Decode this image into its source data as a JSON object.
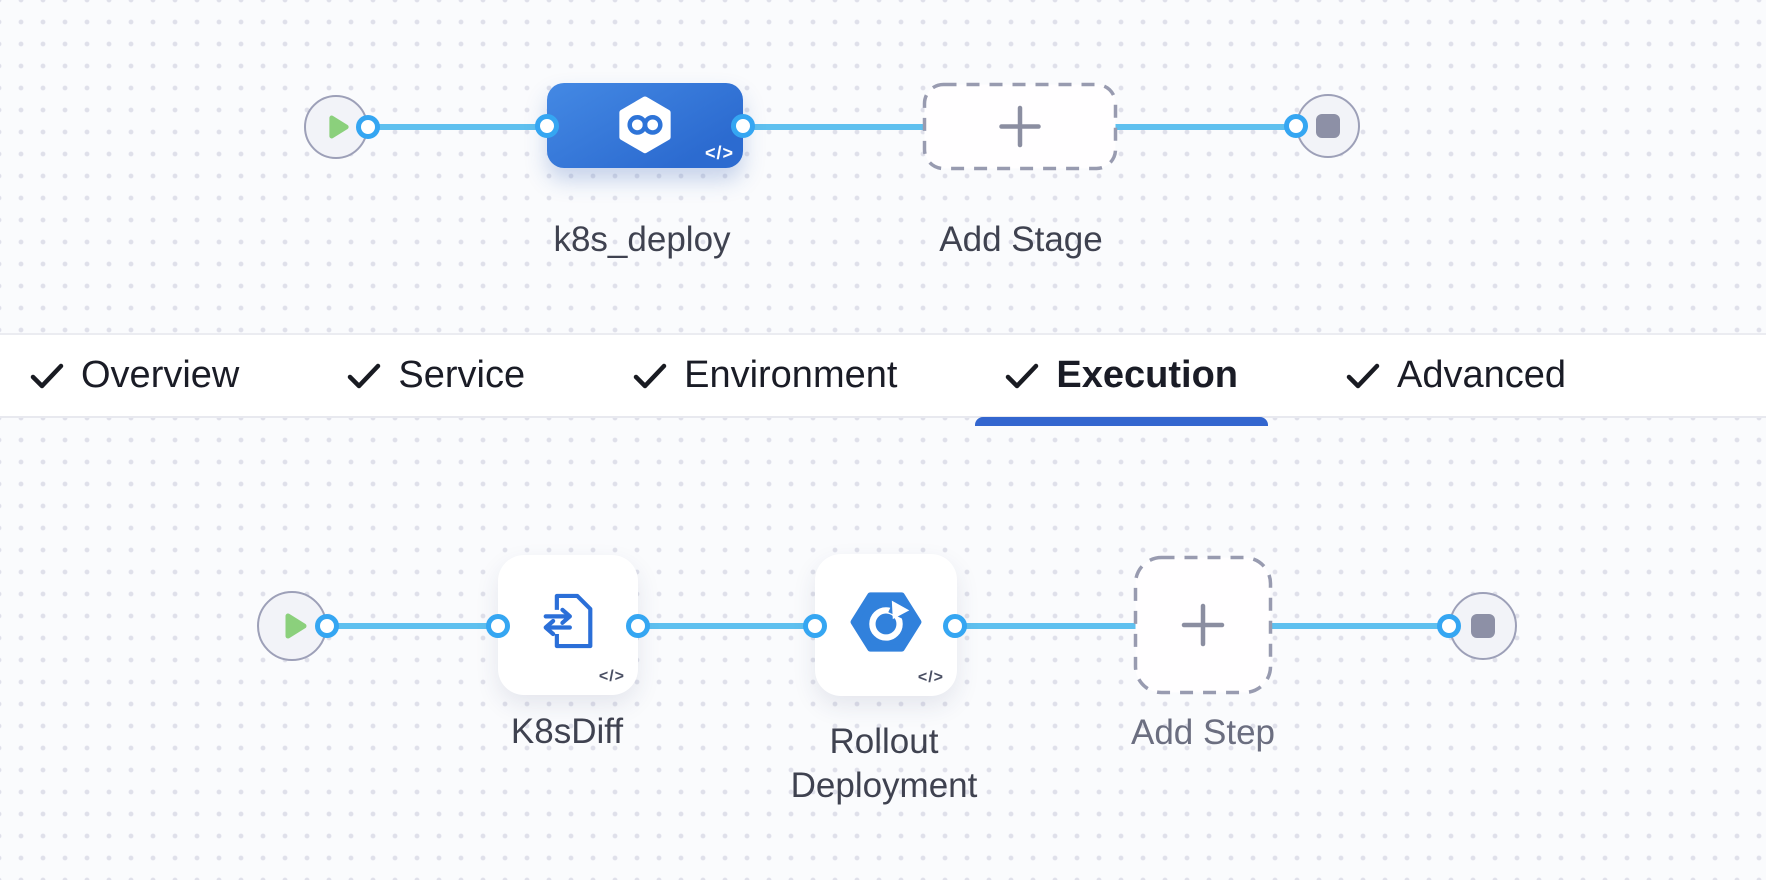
{
  "canvas": {
    "background": "#fafbfd",
    "dot_color": "#dfe0ea",
    "flow_line_color": "#5fc0ef",
    "connector_color": "#35a6f2"
  },
  "stage_pipeline": {
    "node_label": "k8s_deploy",
    "add_stage_label": "Add Stage",
    "code_badge": "</>",
    "node_color_top": "#4489e4",
    "node_color_bottom": "#2c6bd0",
    "icon": "harness-infinity-hexagon"
  },
  "tabs": {
    "items": [
      {
        "label": "Overview",
        "checked": true,
        "active": false
      },
      {
        "label": "Service",
        "checked": true,
        "active": false
      },
      {
        "label": "Environment",
        "checked": true,
        "active": false
      },
      {
        "label": "Execution",
        "checked": true,
        "active": true
      },
      {
        "label": "Advanced",
        "checked": true,
        "active": false
      }
    ],
    "active_underline_color": "#3366cf"
  },
  "execution_pipeline": {
    "steps": [
      {
        "label": "K8sDiff",
        "icon": "document-swap-arrows",
        "code_badge": "</>"
      },
      {
        "label": "Rollout Deployment",
        "icon": "hexagon-circular-arrow",
        "code_badge": "</>"
      }
    ],
    "add_step_label": "Add Step"
  },
  "icons": {
    "play": "green-triangle-right",
    "stop": "gray-rounded-square",
    "add": "plus",
    "tab_check": "checkmark",
    "code": "</>"
  },
  "colors": {
    "play_green": "#8bd07c",
    "stop_gray": "#8d90a6",
    "dashed_border": "#989bb0",
    "label_dark": "#3f4250",
    "label_muted": "#6b6e80",
    "tab_text": "#1a1c26"
  }
}
